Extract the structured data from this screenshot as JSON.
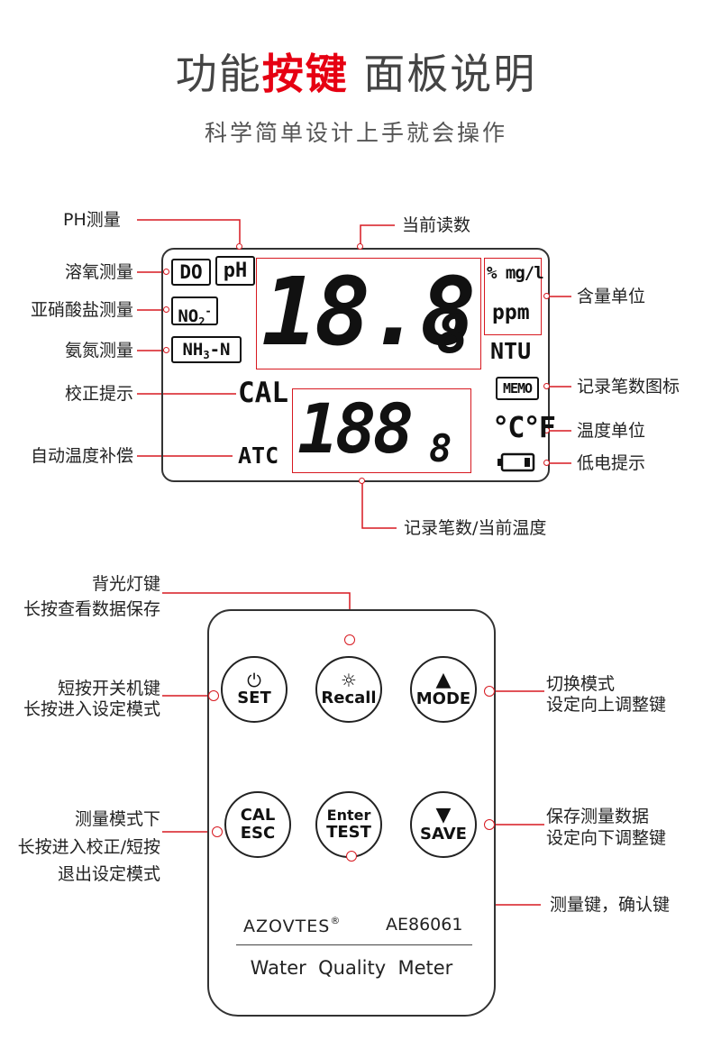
{
  "title": {
    "part1": "功能",
    "highlight": "按键",
    "part2": " 面板说明"
  },
  "subtitle": "科学简单设计上手就会操作",
  "display": {
    "labels": {
      "ph": "PH测量",
      "current_reading": "当前读数",
      "do": "溶氧测量",
      "nitrite": "亚硝酸盐测量",
      "ammonia": "氨氮测量",
      "calibration": "校正提示",
      "atc": "自动温度补偿",
      "content_unit": "含量单位",
      "memo_icon": "记录笔数图标",
      "temp_unit": "温度单位",
      "low_battery": "低电提示",
      "record_temp": "记录笔数/当前温度"
    },
    "lcd": {
      "do": "DO",
      "ph": "pH",
      "no2_main": "NO",
      "no2_sub": "2",
      "no2_sup": "-",
      "nh3_a": "NH",
      "nh3_sub": "3",
      "nh3_b": "-N",
      "cal": "CAL",
      "atc": "ATC",
      "main_digits": "18.8",
      "main_small": "8",
      "sub_digits": "188",
      "sub_small": "8",
      "unit_pct_mgl": "% mg/l",
      "unit_ppm": "ppm",
      "ntu": "NTU",
      "memo": "MEMO",
      "temp_c": "°C",
      "temp_f": "°F"
    }
  },
  "keypad": {
    "labels": {
      "backlight_1": "背光灯键",
      "backlight_2": "长按查看数据保存",
      "power_1": "短按开关机键",
      "power_2": "长按进入设定模式",
      "mode_1": "切换模式",
      "mode_2": "设定向上调整键",
      "cal_1": "测量模式下",
      "cal_2": "长按进入校正/短按",
      "cal_3": "退出设定模式",
      "save_1": "保存测量数据",
      "save_2": "设定向下调整键",
      "test": "测量键，确认键"
    },
    "buttons": {
      "set": "SET",
      "recall": "Recall",
      "mode": "MODE",
      "cal": "CAL",
      "esc": "ESC",
      "enter": "Enter",
      "test": "TEST",
      "save": "SAVE"
    },
    "brand": "AZOVTES",
    "registered": "®",
    "model": "AE86061",
    "product": "Water  Quality  Meter"
  },
  "colors": {
    "accent": "#e60012",
    "line": "#d71920"
  }
}
